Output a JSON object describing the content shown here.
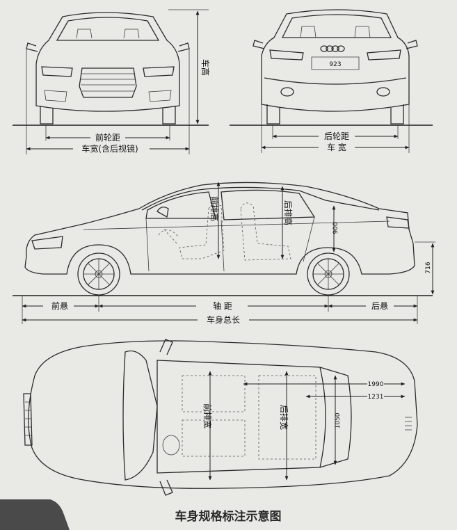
{
  "title": "车身规格标注示意图",
  "front_view": {
    "height_label": "车高",
    "front_track_label": "前轮距",
    "width_mirror_label": "车宽(含后视镜)"
  },
  "rear_view": {
    "plate_value": "923",
    "rear_track_label": "后轮距",
    "width_label": "车 宽"
  },
  "side_view": {
    "front_row_height_label": "前排高",
    "rear_row_height_label": "后排高",
    "value_900": "900",
    "value_716": "716",
    "front_overhang_label": "前悬",
    "wheelbase_label": "轴  距",
    "rear_overhang_label": "后悬",
    "length_label": "车身总长"
  },
  "top_view": {
    "front_row_width_label": "前排宽",
    "rear_row_width_label": "后排宽",
    "value_1990": "1990",
    "value_1231": "1231",
    "value_1050": "1050"
  },
  "colors": {
    "background": "#e9e9e6",
    "line": "#2b2b2b"
  }
}
